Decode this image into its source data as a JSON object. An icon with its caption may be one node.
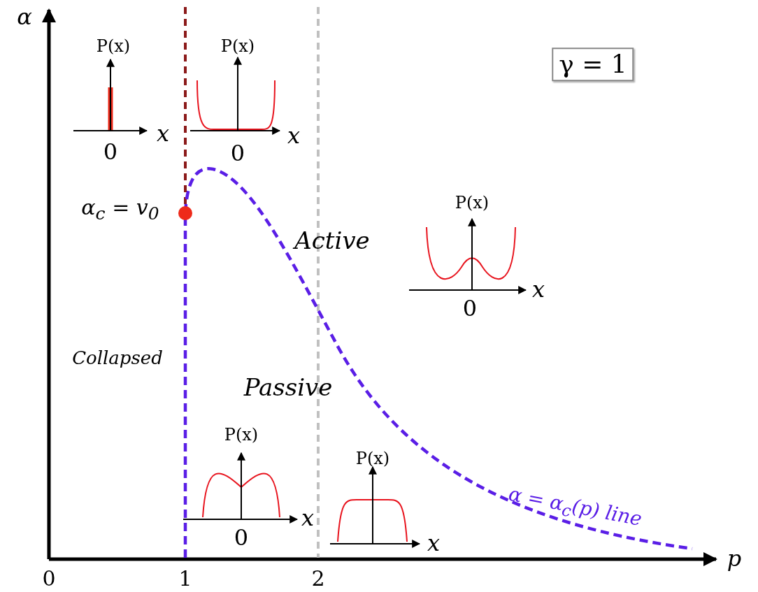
{
  "diagram": {
    "labels": [
      "α",
      "P(x)",
      "P(x)",
      "γ = 1",
      "x",
      "0",
      "x",
      "0",
      "α$_{c}$ = v$_{0}$",
      "P(x)",
      "Active",
      "x",
      "0",
      "Collapsed",
      "Passive",
      "P(x)",
      "P(x)",
      "α = α$_{c}$(p) line",
      "x",
      "0",
      "x",
      "p",
      "0",
      "1",
      "2"
    ]
  }
}
